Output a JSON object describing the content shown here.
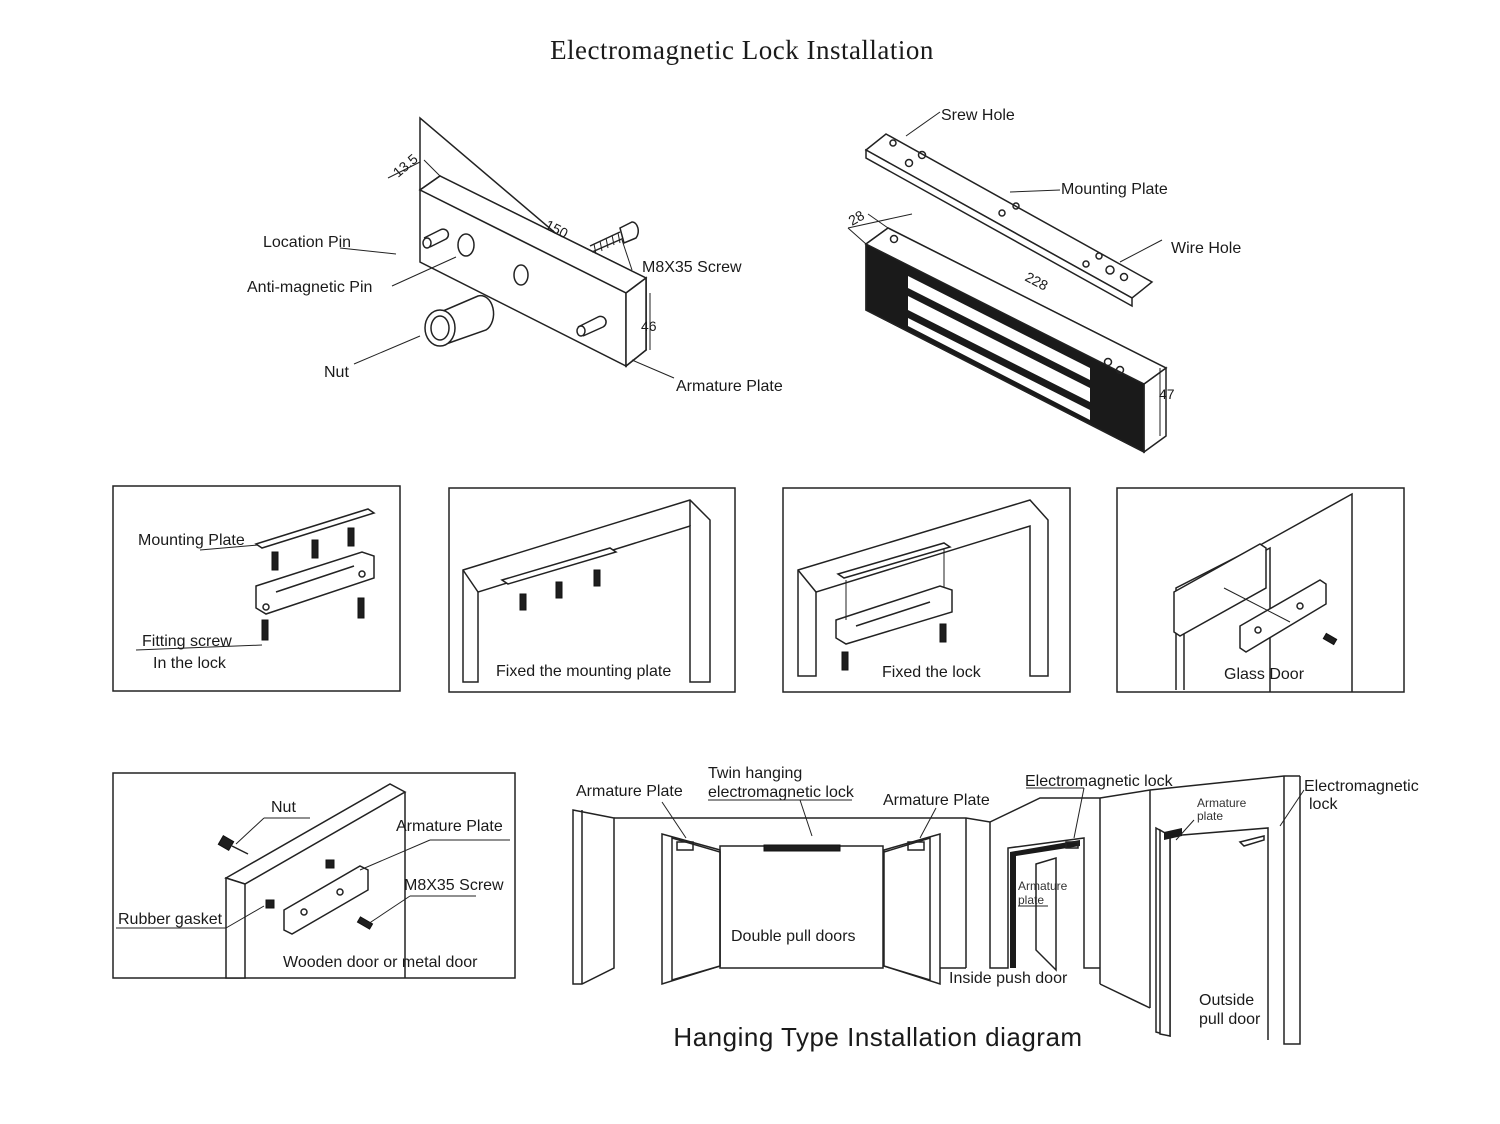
{
  "title": "Electromagnetic Lock Installation",
  "armature_drawing": {
    "labels": {
      "location_pin": "Location Pin",
      "anti_magnetic_pin": "Anti-magnetic Pin",
      "nut": "Nut",
      "screw": "M8X35 Screw",
      "armature_plate": "Armature Plate"
    },
    "dimensions": {
      "depth": "13.5",
      "length": "150",
      "height": "46"
    }
  },
  "lock_drawing": {
    "labels": {
      "screw_hole": "Srew Hole",
      "mounting_plate": "Mounting Plate",
      "wire_hole": "Wire Hole"
    },
    "dimensions": {
      "depth": "28",
      "length": "228",
      "height": "47"
    }
  },
  "steps": [
    {
      "caption": "Mounting Plate",
      "caption2": "Fitting screw",
      "caption3": "In the lock"
    },
    {
      "caption": "Fixed the mounting plate"
    },
    {
      "caption": "Fixed the lock"
    },
    {
      "caption": "Glass Door"
    }
  ],
  "door_panel": {
    "nut": "Nut",
    "armature_plate": "Armature Plate",
    "screw": "M8X35 Screw",
    "rubber_gasket": "Rubber gasket",
    "caption": "Wooden door or metal door"
  },
  "hanging": {
    "armature_plate_left": "Armature Plate",
    "twin_lock_line1": "Twin hanging",
    "twin_lock_line2": "electromagnetic lock",
    "armature_plate_right": "Armature Plate",
    "double_doors": "Double pull doors",
    "em_lock": "Electromagnetic lock",
    "armature_small_1a": "Armature",
    "armature_small_1b": "plate",
    "inside_push": "Inside push door",
    "em_lock2_line1": "Electromagnetic",
    "em_lock2_line2": "lock",
    "armature_small_2a": "Armature",
    "armature_small_2b": "plate",
    "outside_pull_line1": "Outside",
    "outside_pull_line2": "pull door",
    "diagram_title": "Hanging Type Installation diagram"
  }
}
